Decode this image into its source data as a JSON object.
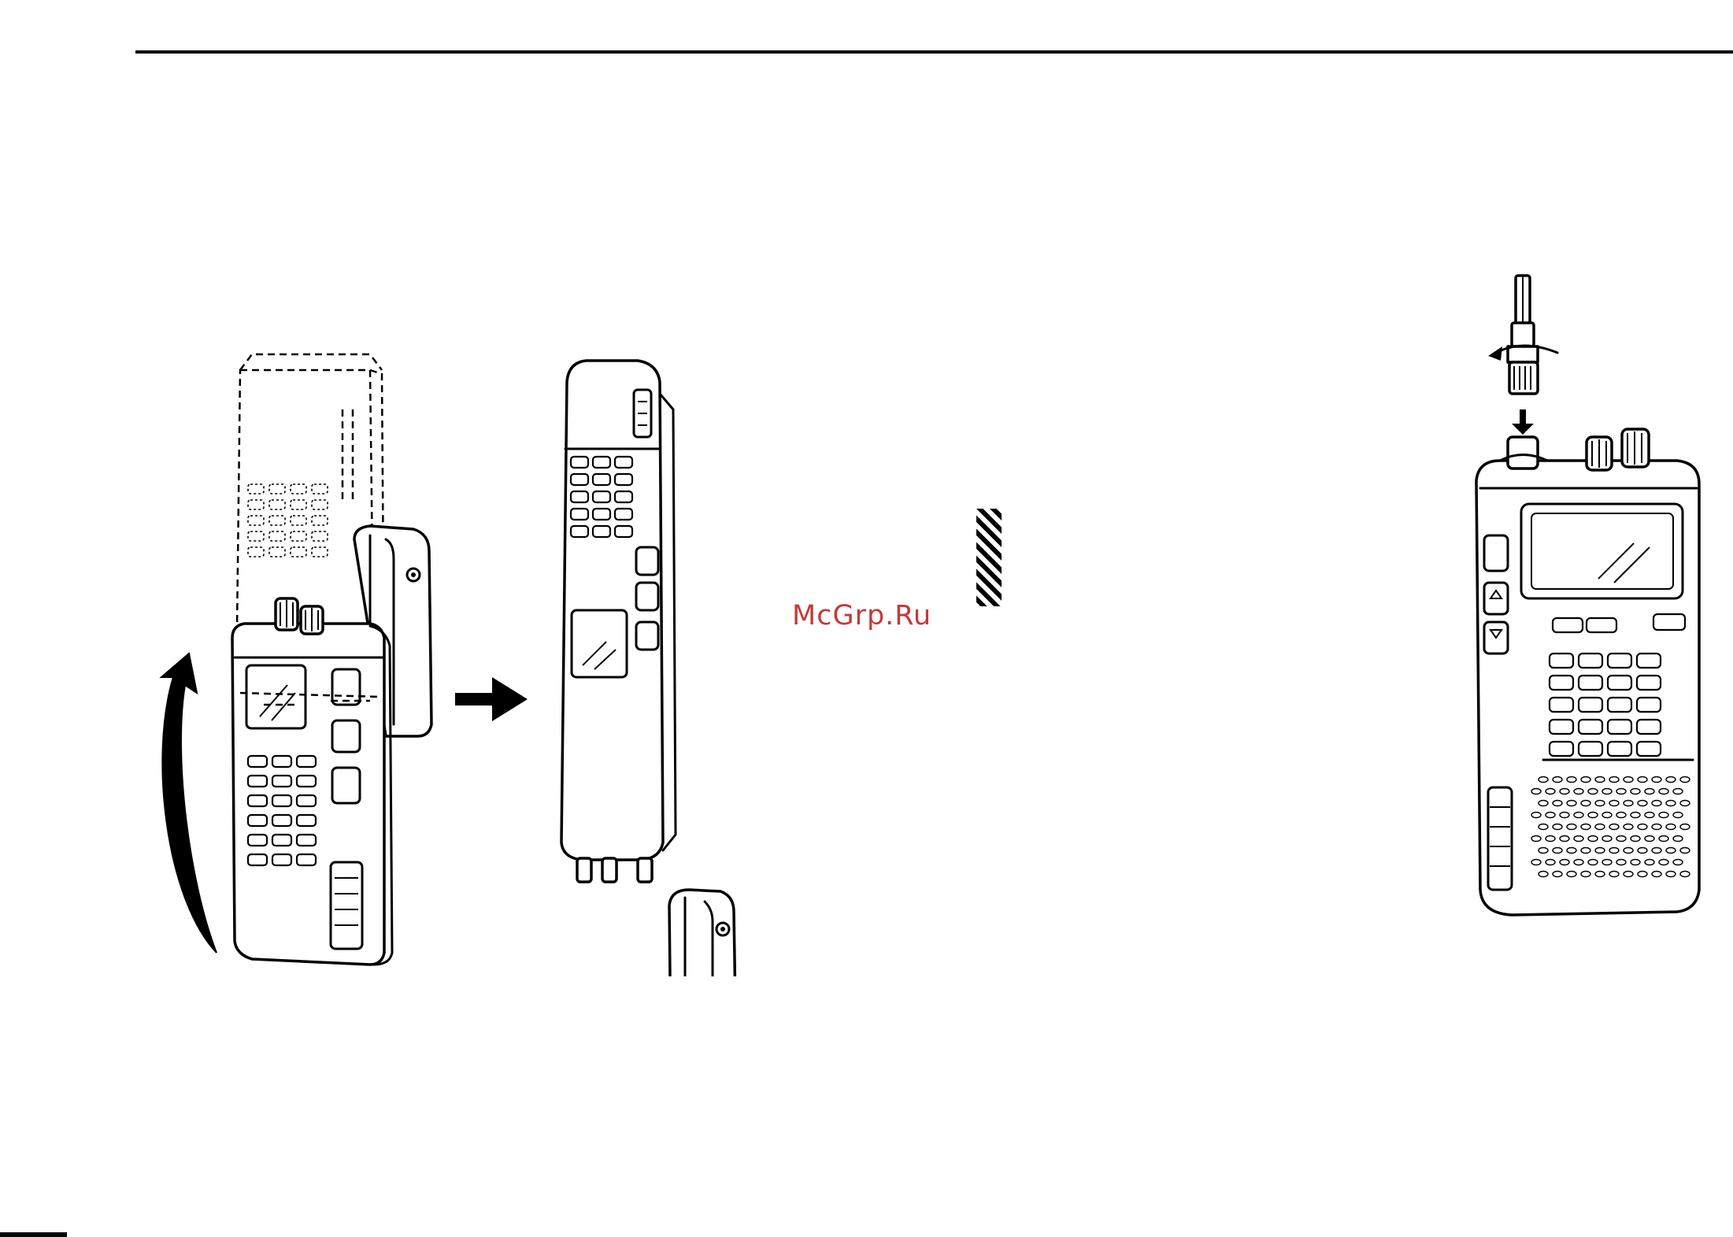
{
  "watermark": {
    "text": "McGrp.Ru",
    "color": "#c23a3a"
  },
  "figures": {
    "clip": {
      "icon": "belt-clip-attach-illustration"
    },
    "antenna": {
      "icon": "antenna-attach-illustration"
    }
  },
  "hatch_mark": {
    "icon": "hatched-bar"
  }
}
